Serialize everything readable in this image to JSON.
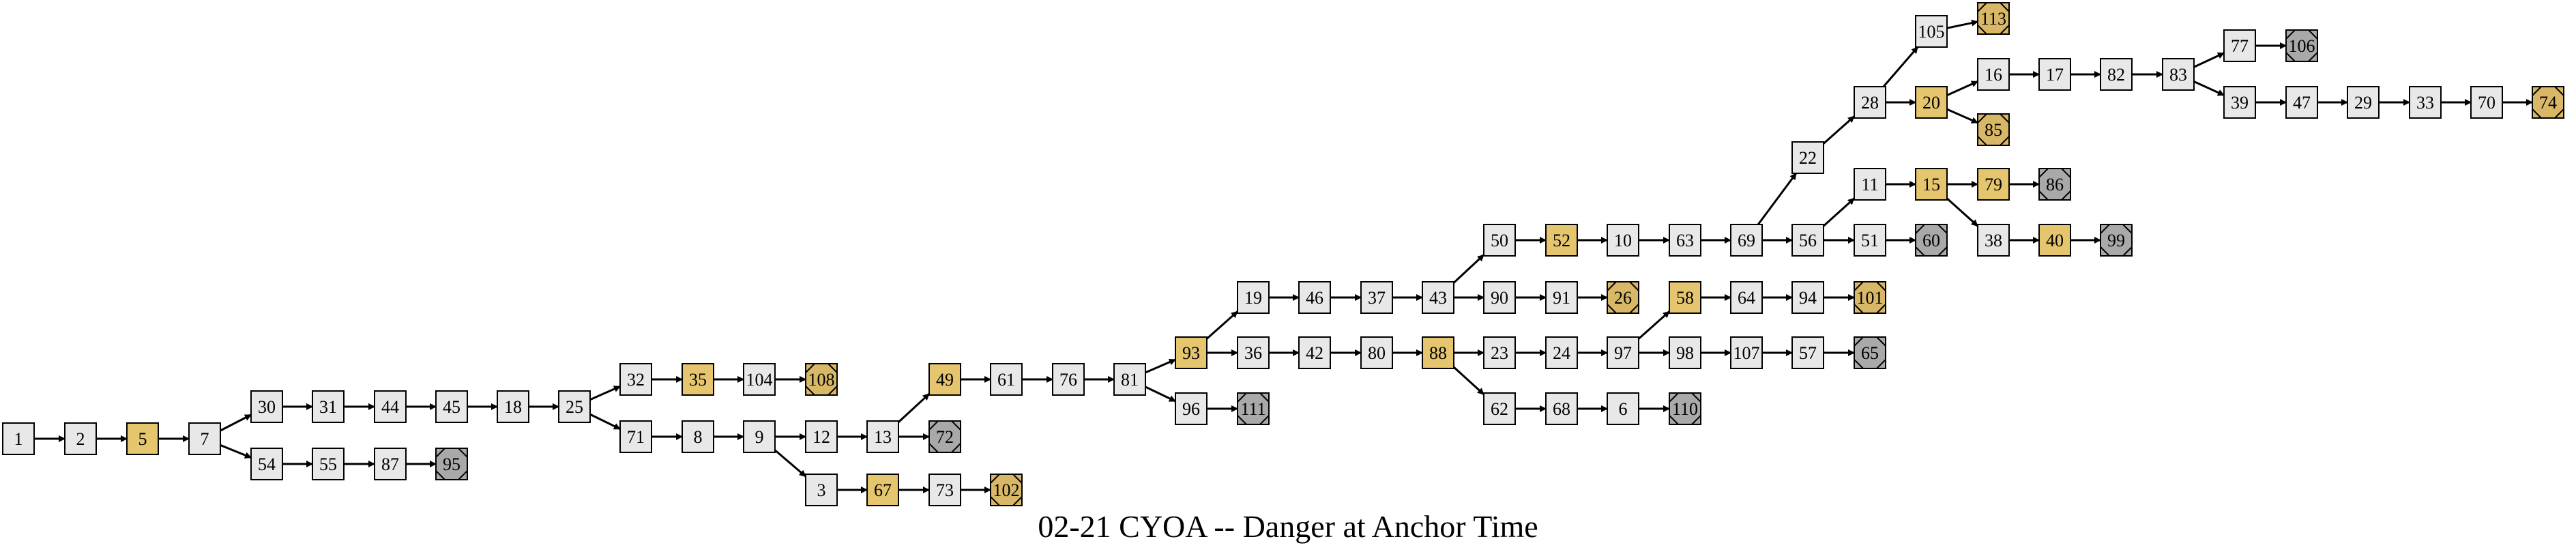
{
  "title": "02-21 CYOA -- Danger at Anchor Time",
  "colors": {
    "page": "#e8e8e8",
    "choice": "#e6c56f",
    "good_ending": "#d8b766",
    "bad_ending": "#a9a9a9",
    "stroke": "#000000"
  },
  "icons": {
    "page": "square-page-icon",
    "choice": "gold-square-choice-icon",
    "good_ending": "gold-octagon-ending-icon",
    "bad_ending": "gray-octagon-ending-icon"
  },
  "nodes": [
    {
      "id": "1",
      "type": "page"
    },
    {
      "id": "2",
      "type": "page"
    },
    {
      "id": "5",
      "type": "choice"
    },
    {
      "id": "7",
      "type": "page"
    },
    {
      "id": "30",
      "type": "page"
    },
    {
      "id": "31",
      "type": "page"
    },
    {
      "id": "44",
      "type": "page"
    },
    {
      "id": "45",
      "type": "page"
    },
    {
      "id": "18",
      "type": "page"
    },
    {
      "id": "25",
      "type": "page"
    },
    {
      "id": "32",
      "type": "page"
    },
    {
      "id": "35",
      "type": "choice"
    },
    {
      "id": "104",
      "type": "page"
    },
    {
      "id": "108",
      "type": "good_ending"
    },
    {
      "id": "71",
      "type": "page"
    },
    {
      "id": "8",
      "type": "page"
    },
    {
      "id": "9",
      "type": "page"
    },
    {
      "id": "12",
      "type": "page"
    },
    {
      "id": "13",
      "type": "page"
    },
    {
      "id": "72",
      "type": "bad_ending"
    },
    {
      "id": "49",
      "type": "choice"
    },
    {
      "id": "61",
      "type": "page"
    },
    {
      "id": "76",
      "type": "page"
    },
    {
      "id": "81",
      "type": "page"
    },
    {
      "id": "93",
      "type": "choice"
    },
    {
      "id": "96",
      "type": "page"
    },
    {
      "id": "111",
      "type": "bad_ending"
    },
    {
      "id": "3",
      "type": "page"
    },
    {
      "id": "67",
      "type": "choice"
    },
    {
      "id": "73",
      "type": "page"
    },
    {
      "id": "102",
      "type": "good_ending"
    },
    {
      "id": "54",
      "type": "page"
    },
    {
      "id": "55",
      "type": "page"
    },
    {
      "id": "87",
      "type": "page"
    },
    {
      "id": "95",
      "type": "bad_ending"
    },
    {
      "id": "19",
      "type": "page"
    },
    {
      "id": "46",
      "type": "page"
    },
    {
      "id": "37",
      "type": "page"
    },
    {
      "id": "43",
      "type": "page"
    },
    {
      "id": "50",
      "type": "page"
    },
    {
      "id": "52",
      "type": "choice"
    },
    {
      "id": "10",
      "type": "page"
    },
    {
      "id": "63",
      "type": "page"
    },
    {
      "id": "69",
      "type": "page"
    },
    {
      "id": "22",
      "type": "page"
    },
    {
      "id": "28",
      "type": "page"
    },
    {
      "id": "105",
      "type": "page"
    },
    {
      "id": "113",
      "type": "good_ending"
    },
    {
      "id": "20",
      "type": "choice"
    },
    {
      "id": "16",
      "type": "page"
    },
    {
      "id": "17",
      "type": "page"
    },
    {
      "id": "82",
      "type": "page"
    },
    {
      "id": "83",
      "type": "page"
    },
    {
      "id": "77",
      "type": "page"
    },
    {
      "id": "106",
      "type": "bad_ending"
    },
    {
      "id": "39",
      "type": "page"
    },
    {
      "id": "47",
      "type": "page"
    },
    {
      "id": "29",
      "type": "page"
    },
    {
      "id": "33",
      "type": "page"
    },
    {
      "id": "70",
      "type": "page"
    },
    {
      "id": "74",
      "type": "good_ending"
    },
    {
      "id": "85",
      "type": "good_ending"
    },
    {
      "id": "56",
      "type": "page"
    },
    {
      "id": "11",
      "type": "page"
    },
    {
      "id": "15",
      "type": "choice"
    },
    {
      "id": "79",
      "type": "choice"
    },
    {
      "id": "86",
      "type": "bad_ending"
    },
    {
      "id": "38",
      "type": "page"
    },
    {
      "id": "40",
      "type": "choice"
    },
    {
      "id": "99",
      "type": "bad_ending"
    },
    {
      "id": "51",
      "type": "page"
    },
    {
      "id": "60",
      "type": "bad_ending"
    },
    {
      "id": "90",
      "type": "page"
    },
    {
      "id": "91",
      "type": "page"
    },
    {
      "id": "26",
      "type": "good_ending"
    },
    {
      "id": "36",
      "type": "page"
    },
    {
      "id": "42",
      "type": "page"
    },
    {
      "id": "80",
      "type": "page"
    },
    {
      "id": "88",
      "type": "choice"
    },
    {
      "id": "23",
      "type": "page"
    },
    {
      "id": "24",
      "type": "page"
    },
    {
      "id": "97",
      "type": "page"
    },
    {
      "id": "58",
      "type": "choice"
    },
    {
      "id": "64",
      "type": "page"
    },
    {
      "id": "94",
      "type": "page"
    },
    {
      "id": "101",
      "type": "good_ending"
    },
    {
      "id": "98",
      "type": "page"
    },
    {
      "id": "107",
      "type": "page"
    },
    {
      "id": "57",
      "type": "page"
    },
    {
      "id": "65",
      "type": "bad_ending"
    },
    {
      "id": "62",
      "type": "page"
    },
    {
      "id": "68",
      "type": "page"
    },
    {
      "id": "6",
      "type": "page"
    },
    {
      "id": "110",
      "type": "bad_ending"
    }
  ],
  "edges": [
    [
      "1",
      "2"
    ],
    [
      "2",
      "5"
    ],
    [
      "5",
      "7"
    ],
    [
      "7",
      "30"
    ],
    [
      "7",
      "54"
    ],
    [
      "30",
      "31"
    ],
    [
      "31",
      "44"
    ],
    [
      "44",
      "45"
    ],
    [
      "45",
      "18"
    ],
    [
      "18",
      "25"
    ],
    [
      "25",
      "32"
    ],
    [
      "25",
      "71"
    ],
    [
      "32",
      "35"
    ],
    [
      "35",
      "104"
    ],
    [
      "104",
      "108"
    ],
    [
      "71",
      "8"
    ],
    [
      "8",
      "9"
    ],
    [
      "9",
      "12"
    ],
    [
      "9",
      "3"
    ],
    [
      "12",
      "13"
    ],
    [
      "13",
      "72"
    ],
    [
      "13",
      "49"
    ],
    [
      "49",
      "61"
    ],
    [
      "61",
      "76"
    ],
    [
      "76",
      "81"
    ],
    [
      "81",
      "93"
    ],
    [
      "81",
      "96"
    ],
    [
      "96",
      "111"
    ],
    [
      "3",
      "67"
    ],
    [
      "67",
      "73"
    ],
    [
      "73",
      "102"
    ],
    [
      "54",
      "55"
    ],
    [
      "55",
      "87"
    ],
    [
      "87",
      "95"
    ],
    [
      "93",
      "19"
    ],
    [
      "93",
      "36"
    ],
    [
      "19",
      "46"
    ],
    [
      "46",
      "37"
    ],
    [
      "37",
      "43"
    ],
    [
      "43",
      "50"
    ],
    [
      "43",
      "90"
    ],
    [
      "50",
      "52"
    ],
    [
      "52",
      "10"
    ],
    [
      "10",
      "63"
    ],
    [
      "63",
      "69"
    ],
    [
      "69",
      "22"
    ],
    [
      "69",
      "56"
    ],
    [
      "22",
      "28"
    ],
    [
      "28",
      "105"
    ],
    [
      "28",
      "20"
    ],
    [
      "105",
      "113"
    ],
    [
      "20",
      "16"
    ],
    [
      "20",
      "85"
    ],
    [
      "16",
      "17"
    ],
    [
      "17",
      "82"
    ],
    [
      "82",
      "83"
    ],
    [
      "83",
      "77"
    ],
    [
      "83",
      "39"
    ],
    [
      "77",
      "106"
    ],
    [
      "39",
      "47"
    ],
    [
      "47",
      "29"
    ],
    [
      "29",
      "33"
    ],
    [
      "33",
      "70"
    ],
    [
      "70",
      "74"
    ],
    [
      "56",
      "11"
    ],
    [
      "56",
      "51"
    ],
    [
      "11",
      "15"
    ],
    [
      "15",
      "79"
    ],
    [
      "15",
      "38"
    ],
    [
      "79",
      "86"
    ],
    [
      "38",
      "40"
    ],
    [
      "40",
      "99"
    ],
    [
      "51",
      "60"
    ],
    [
      "90",
      "91"
    ],
    [
      "91",
      "26"
    ],
    [
      "36",
      "42"
    ],
    [
      "42",
      "80"
    ],
    [
      "80",
      "88"
    ],
    [
      "88",
      "23"
    ],
    [
      "88",
      "62"
    ],
    [
      "23",
      "24"
    ],
    [
      "24",
      "97"
    ],
    [
      "97",
      "58"
    ],
    [
      "97",
      "98"
    ],
    [
      "58",
      "64"
    ],
    [
      "64",
      "94"
    ],
    [
      "94",
      "101"
    ],
    [
      "98",
      "107"
    ],
    [
      "107",
      "57"
    ],
    [
      "57",
      "65"
    ],
    [
      "62",
      "68"
    ],
    [
      "68",
      "6"
    ],
    [
      "6",
      "110"
    ]
  ]
}
